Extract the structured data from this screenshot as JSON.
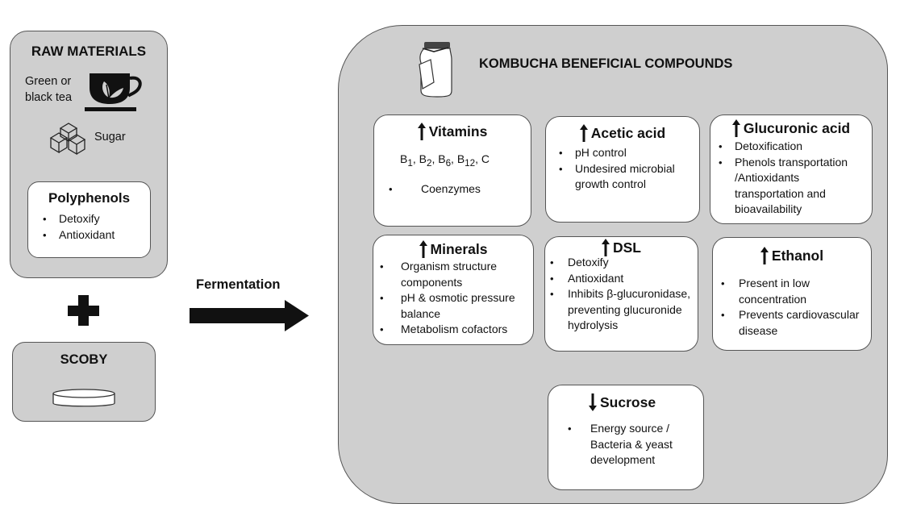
{
  "raw_materials": {
    "title": "RAW MATERIALS",
    "tea_label_line1": "Green or",
    "tea_label_line2": "black tea",
    "sugar_label": "Sugar",
    "polyphenols": {
      "title": "Polyphenols",
      "items": [
        "Detoxify",
        "Antioxidant"
      ]
    }
  },
  "plus_symbol": "+",
  "scoby": {
    "title": "SCOBY"
  },
  "process": {
    "label": "Fermentation"
  },
  "kombucha": {
    "title": "KOMBUCHA BENEFICIAL COMPOUNDS",
    "cards": [
      {
        "id": "vitamins",
        "direction": "up",
        "title": "Vitamins",
        "vitamin_list": [
          {
            "base": "B",
            "sub": "1"
          },
          {
            "base": "B",
            "sub": "2"
          },
          {
            "base": "B",
            "sub": "6"
          },
          {
            "base": "B",
            "sub": "12"
          },
          {
            "base": "C",
            "sub": ""
          }
        ],
        "items": [
          "Coenzymes"
        ]
      },
      {
        "id": "acetic-acid",
        "direction": "up",
        "title": "Acetic acid",
        "items": [
          "pH control",
          "Undesired microbial growth control"
        ]
      },
      {
        "id": "glucuronic-acid",
        "direction": "up",
        "title": "Glucuronic acid",
        "items": [
          "Detoxification",
          "Phenols transportation /Antioxidants transportation and bioavailability"
        ]
      },
      {
        "id": "minerals",
        "direction": "up",
        "title": "Minerals",
        "items": [
          "Organism structure components",
          "pH & osmotic pressure balance",
          "Metabolism cofactors"
        ]
      },
      {
        "id": "dsl",
        "direction": "up",
        "title": "DSL",
        "items": [
          "Detoxify",
          "Antioxidant",
          "Inhibits β-glucuronidase, preventing glucuronide hydrolysis"
        ]
      },
      {
        "id": "ethanol",
        "direction": "up",
        "title": "Ethanol",
        "items": [
          "Present in low concentration",
          "Prevents cardiovascular disease"
        ]
      },
      {
        "id": "sucrose",
        "direction": "down",
        "title": "Sucrose",
        "items": [
          "Energy source / Bacteria & yeast development"
        ]
      }
    ]
  },
  "colors": {
    "panel_gray": "#cfcfcf",
    "card_white": "#ffffff",
    "border": "#555555",
    "ink": "#111111"
  }
}
